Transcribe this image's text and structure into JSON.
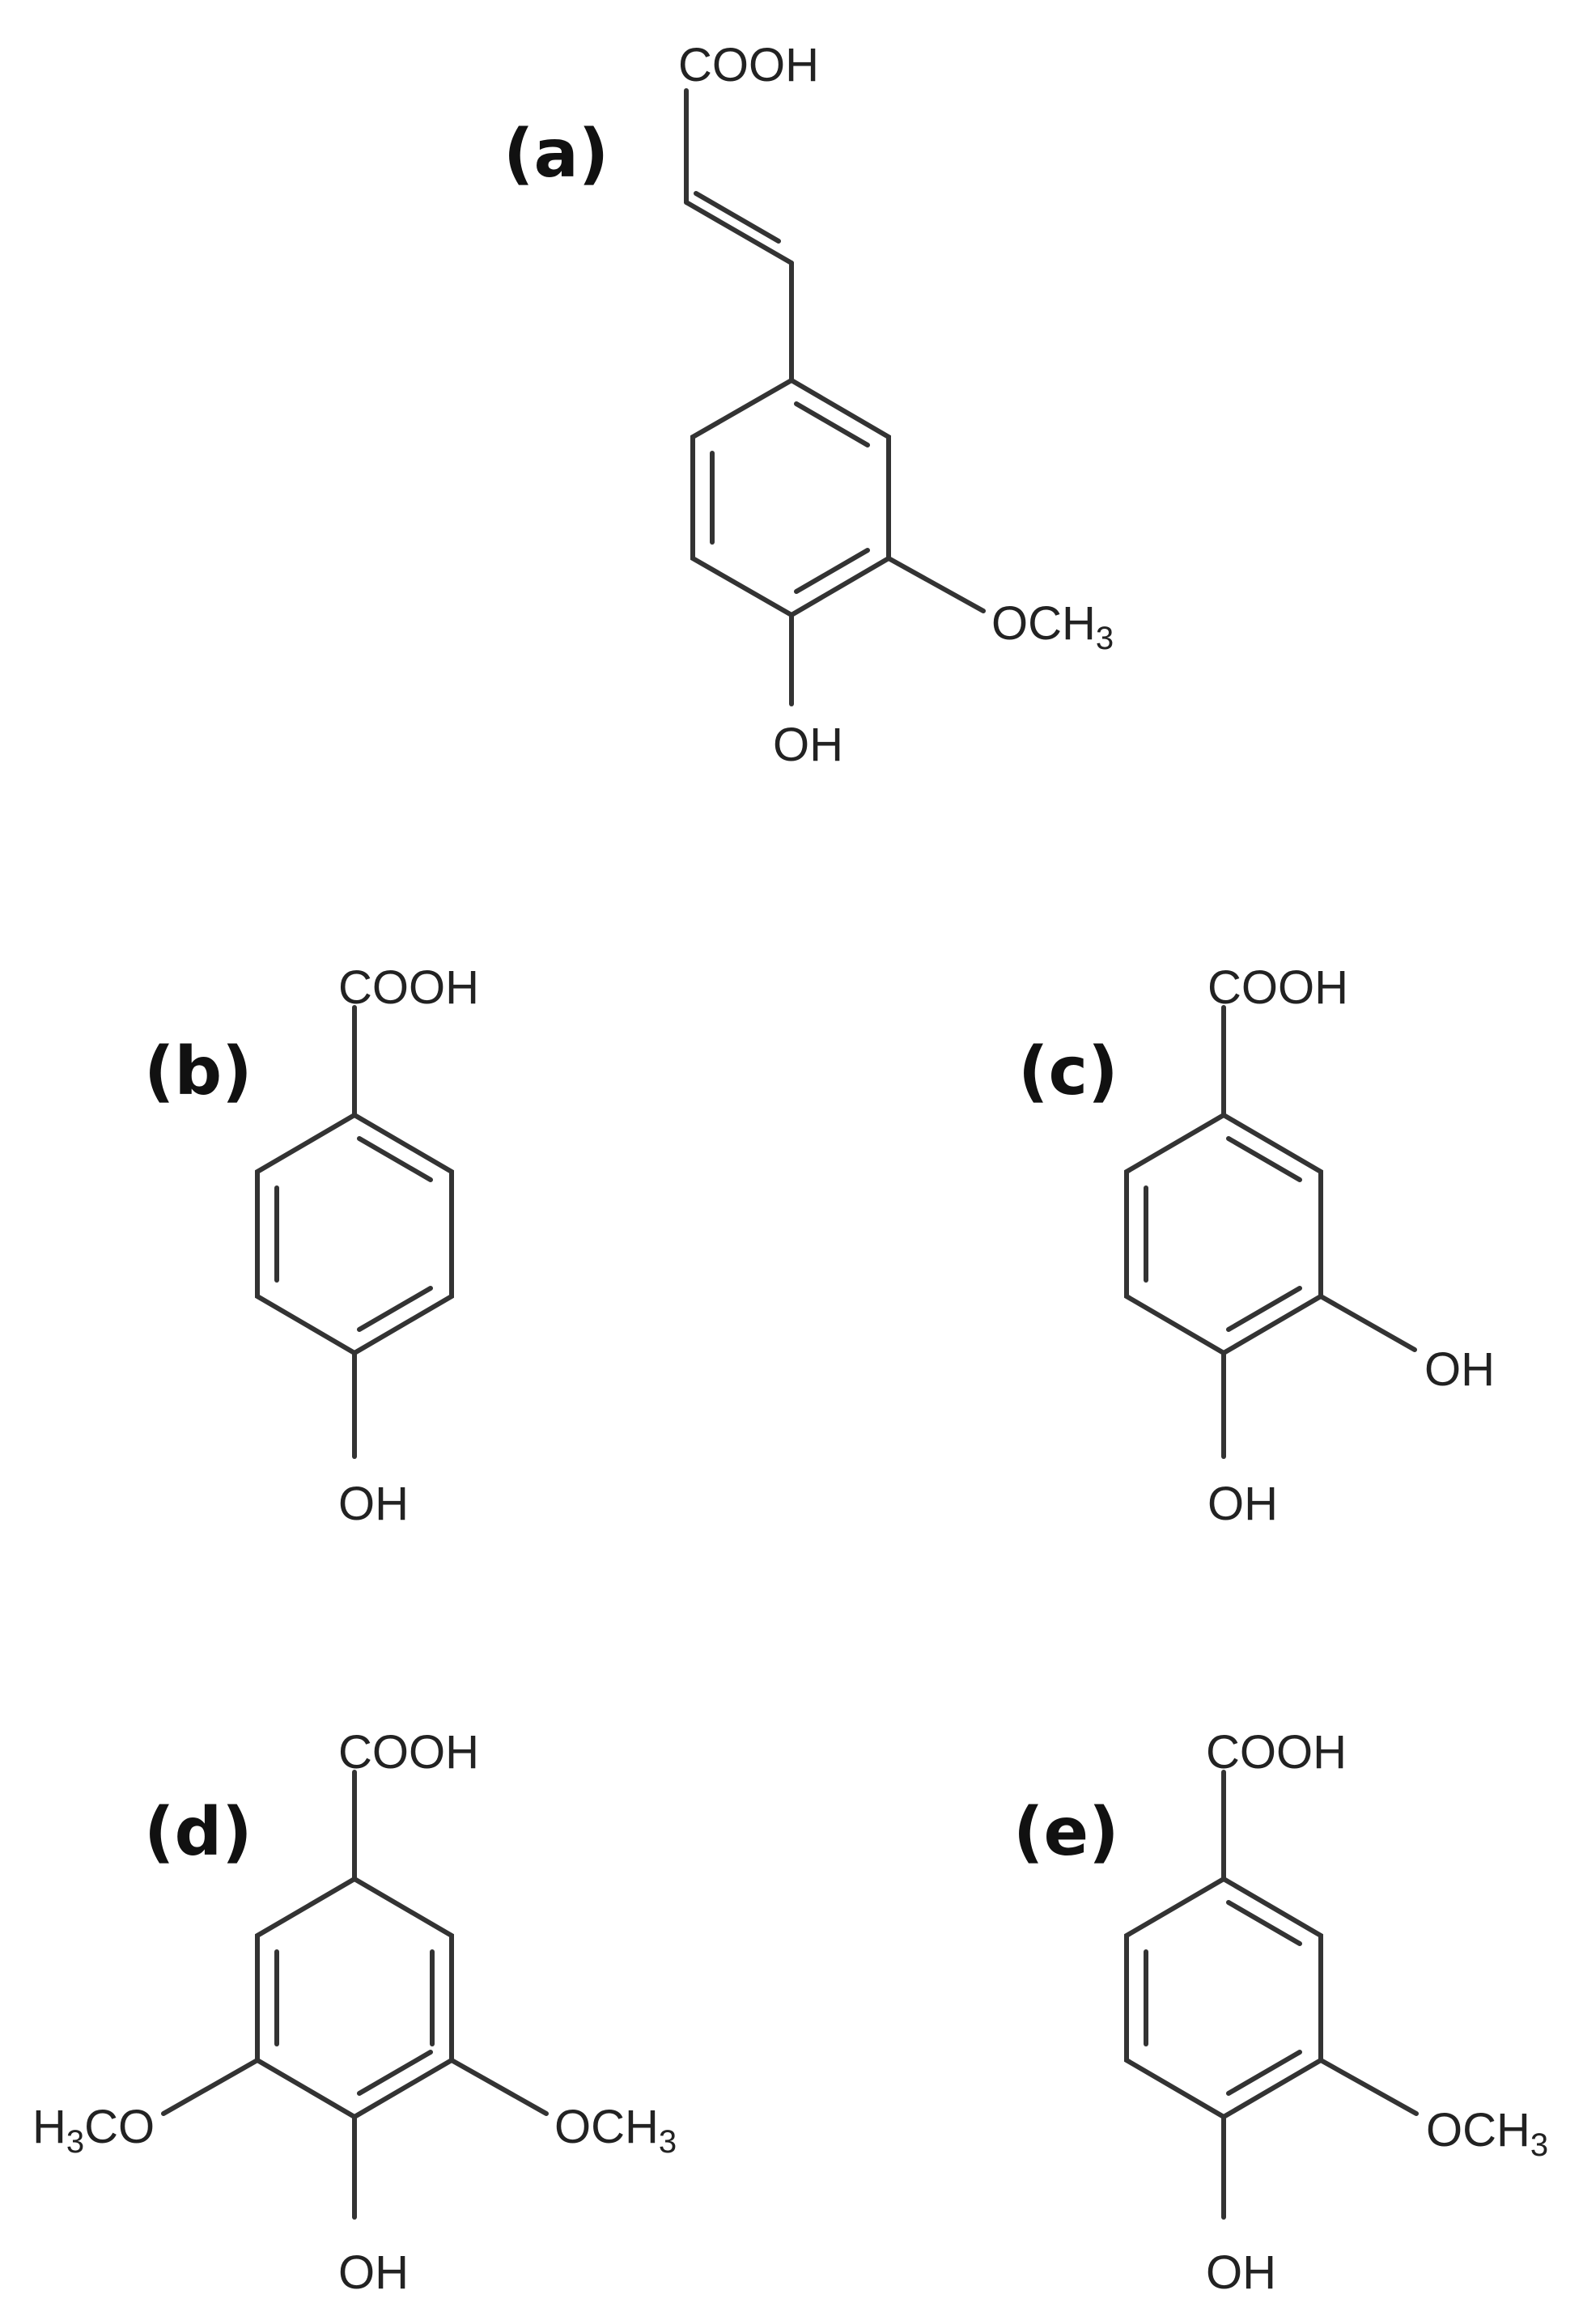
{
  "figure": {
    "line_color": "#333333",
    "text_color": "#222222",
    "background": "#ffffff"
  },
  "molecules": {
    "a": {
      "label": "(a)",
      "top_group": "COOH",
      "bottom_group": "OH",
      "right_group": {
        "main": "OCH",
        "sub": "3"
      }
    },
    "b": {
      "label": "(b)",
      "top_group": "COOH",
      "bottom_group": "OH"
    },
    "c": {
      "label": "(c)",
      "top_group": "COOH",
      "bottom_group": "OH",
      "right_group": "OH"
    },
    "d": {
      "label": "(d)",
      "top_group": "COOH",
      "bottom_group": "OH",
      "left_group": {
        "pre": "H",
        "sub": "3",
        "post": "CO"
      },
      "right_group": {
        "main": "OCH",
        "sub": "3"
      }
    },
    "e": {
      "label": "(e)",
      "top_group": "COOH",
      "bottom_group": "OH",
      "right_group": {
        "main": "OCH",
        "sub": "3"
      }
    }
  }
}
